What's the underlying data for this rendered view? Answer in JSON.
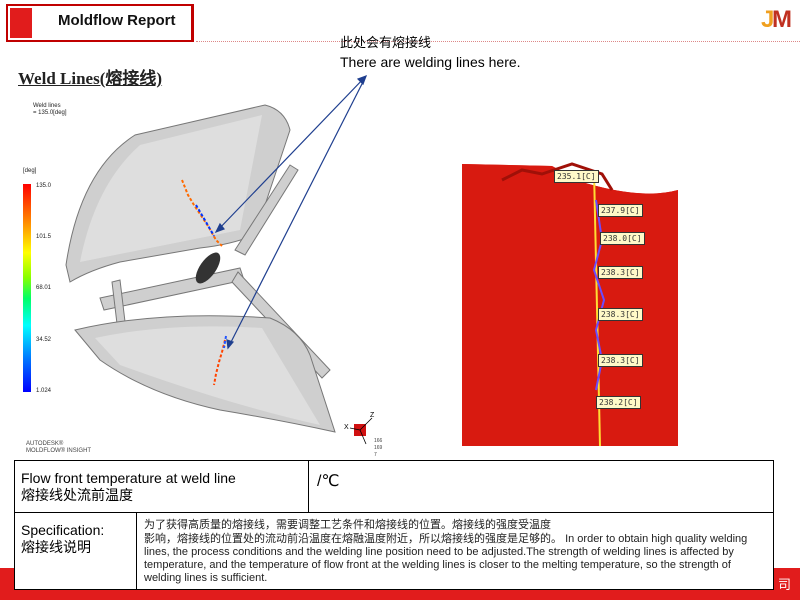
{
  "header": {
    "title": "Moldflow Report",
    "logo": "JM"
  },
  "annotation": {
    "cn": "此处会有熔接线",
    "en": "There are welding lines here."
  },
  "section_title": "Weld Lines(熔接线)",
  "legend": {
    "caption_line1": "Weld lines",
    "caption_line2": "= 135.0[deg]",
    "unit": "[deg]",
    "ticks": [
      "135.0",
      "101.5",
      "68.01",
      "34.52",
      "1.024"
    ],
    "brand_line1": "AUTODESK®",
    "brand_line2": "MOLDFLOW® INSIGHT",
    "axis_z": "Z",
    "axis_x": "X",
    "view_values": [
      "166",
      "169",
      "7"
    ]
  },
  "temperature_labels": [
    "235.1[C]",
    "237.9[C]",
    "238.0[C]",
    "238.3[C]",
    "238.3[C]",
    "238.3[C]",
    "238.2[C]"
  ],
  "table": {
    "row1_label_en": "Flow front temperature at weld line",
    "row1_label_cn": "熔接线处流前温度",
    "row1_value": "/℃",
    "row2_label_en": "Specification:",
    "row2_label_cn": "熔接线说明",
    "row2_text_cn_1": "为了获得高质量的熔接线，需要调整工艺条件和熔接线的位置。熔接线的强度受温度",
    "row2_text_cn_2": "影响，熔接线的位置处的流动前沿温度在熔融温度附近，所以熔接线的强度是足够的。",
    "row2_text_en": "In order to obtain high quality welding lines, the process conditions and the welding line position need to be adjusted.The strength of welding lines is affected by temperature, and the temperature of flow front at the welding lines is closer to the melting temperature, so the strength of welding lines is sufficient."
  },
  "footer": {
    "text": "司"
  },
  "colors": {
    "brand_red": "#e11c1c",
    "part_red": "#e01b10",
    "arrow_blue": "#1f3f8f"
  }
}
